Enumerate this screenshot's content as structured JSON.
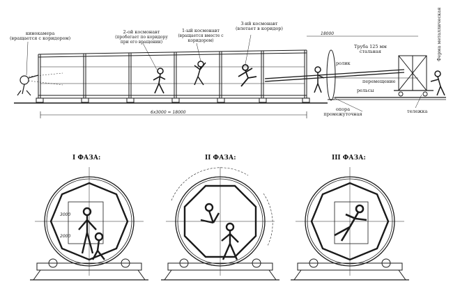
{
  "top": {
    "labels": {
      "camera": "кинокамера",
      "camera_note": "(вращается с коридором)",
      "cosmonaut2": "2-ой космонавт",
      "cosmonaut2_note": "(пробегает по коридору при его вращении)",
      "cosmonaut1": "1-ый космонавт",
      "cosmonaut1_note": "(вращается вместе с коридором)",
      "cosmonaut3": "3-ий космонавт",
      "cosmonaut3_note": "(влетает в коридор)",
      "pipe": "Труба 125 мм",
      "pipe_note": "стальная",
      "truss": "Ферма металлическая",
      "roller": "ролик",
      "movement": "перемещение",
      "rails": "рельсы",
      "support": "опора промежуточная",
      "cart": "тележка"
    },
    "dims": {
      "overall": "6х3000 = 18000",
      "pipe_length": "18000"
    }
  },
  "phases": [
    {
      "title": "I ФАЗА:"
    },
    {
      "title": "II ФАЗА:"
    },
    {
      "title": "III ФАЗА:"
    }
  ],
  "phase_dims": [
    "3000",
    "2000"
  ]
}
